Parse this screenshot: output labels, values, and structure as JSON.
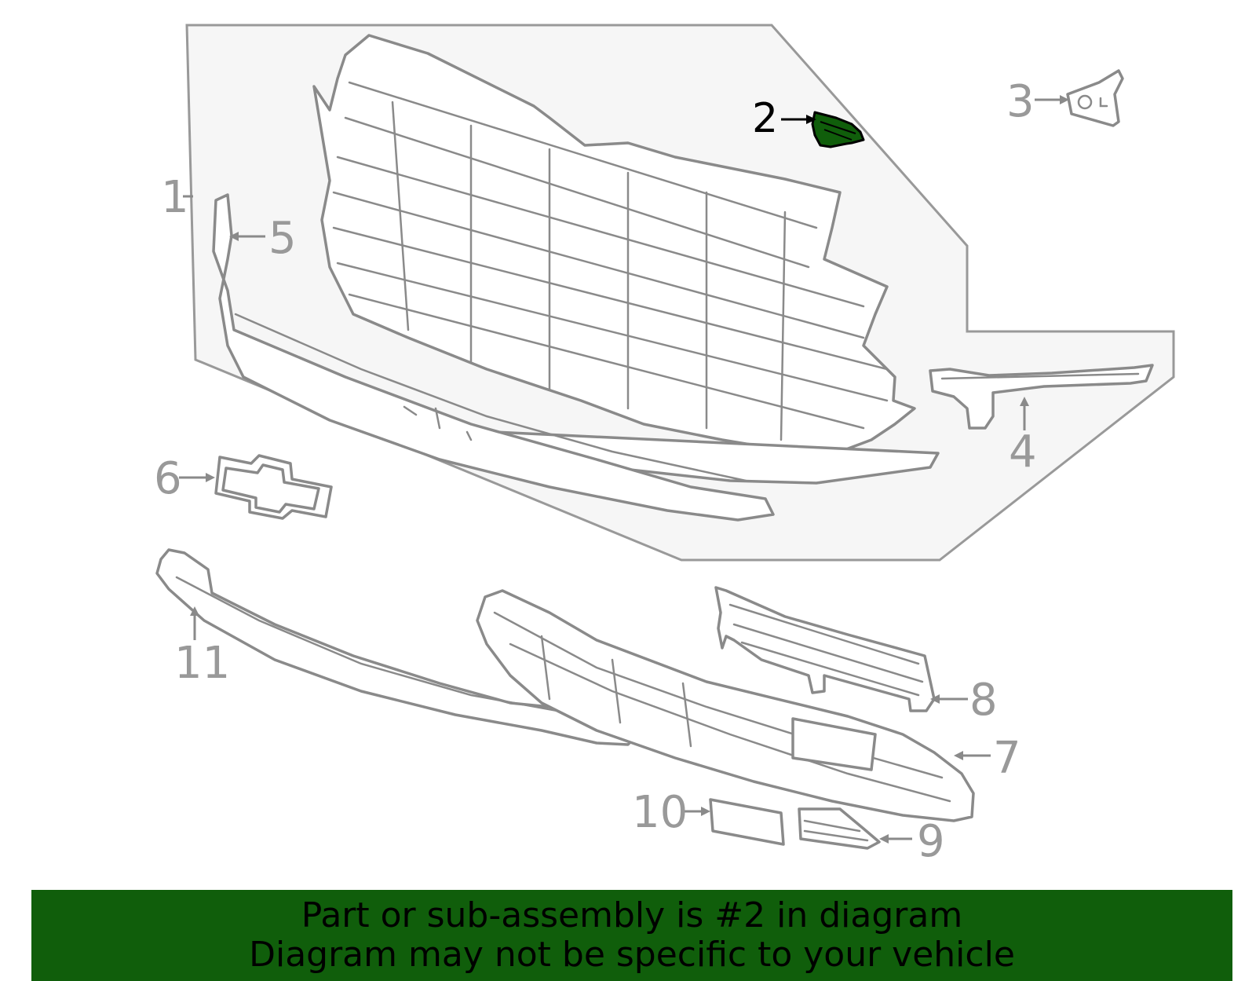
{
  "diagram": {
    "highlight_color": "#105e0b",
    "callouts": [
      {
        "label": "1"
      },
      {
        "label": "2"
      },
      {
        "label": "3"
      },
      {
        "label": "4"
      },
      {
        "label": "5"
      },
      {
        "label": "6"
      },
      {
        "label": "7"
      },
      {
        "label": "8"
      },
      {
        "label": "9"
      },
      {
        "label": "10"
      },
      {
        "label": "11"
      }
    ]
  },
  "banner": {
    "line1": "Part or sub-assembly is #2 in diagram",
    "line2": "Diagram may not be specific to your vehicle",
    "background": "#105e0b"
  }
}
